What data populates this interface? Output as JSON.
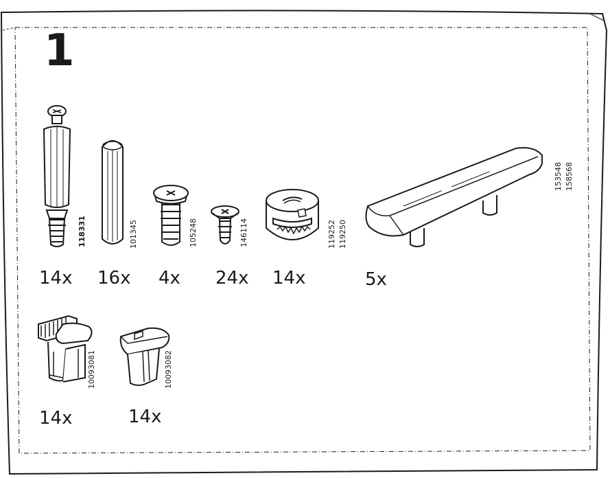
{
  "step_number": "1",
  "parts": [
    {
      "name": "cam-bolt",
      "quantity": "14x",
      "codes": [
        "118331"
      ]
    },
    {
      "name": "wooden-dowel",
      "quantity": "16x",
      "codes": [
        "101345"
      ]
    },
    {
      "name": "large-screw",
      "quantity": "4x",
      "codes": [
        "105248"
      ]
    },
    {
      "name": "small-screw",
      "quantity": "24x",
      "codes": [
        "146114"
      ]
    },
    {
      "name": "cam-lock",
      "quantity": "14x",
      "codes": [
        "119252",
        "119250"
      ]
    },
    {
      "name": "handle",
      "quantity": "5x",
      "codes": [
        "153548",
        "158568"
      ]
    },
    {
      "name": "shelf-clip-a",
      "quantity": "14x",
      "codes": [
        "10093081"
      ]
    },
    {
      "name": "shelf-clip-b",
      "quantity": "14x",
      "codes": [
        "10093082"
      ]
    }
  ]
}
